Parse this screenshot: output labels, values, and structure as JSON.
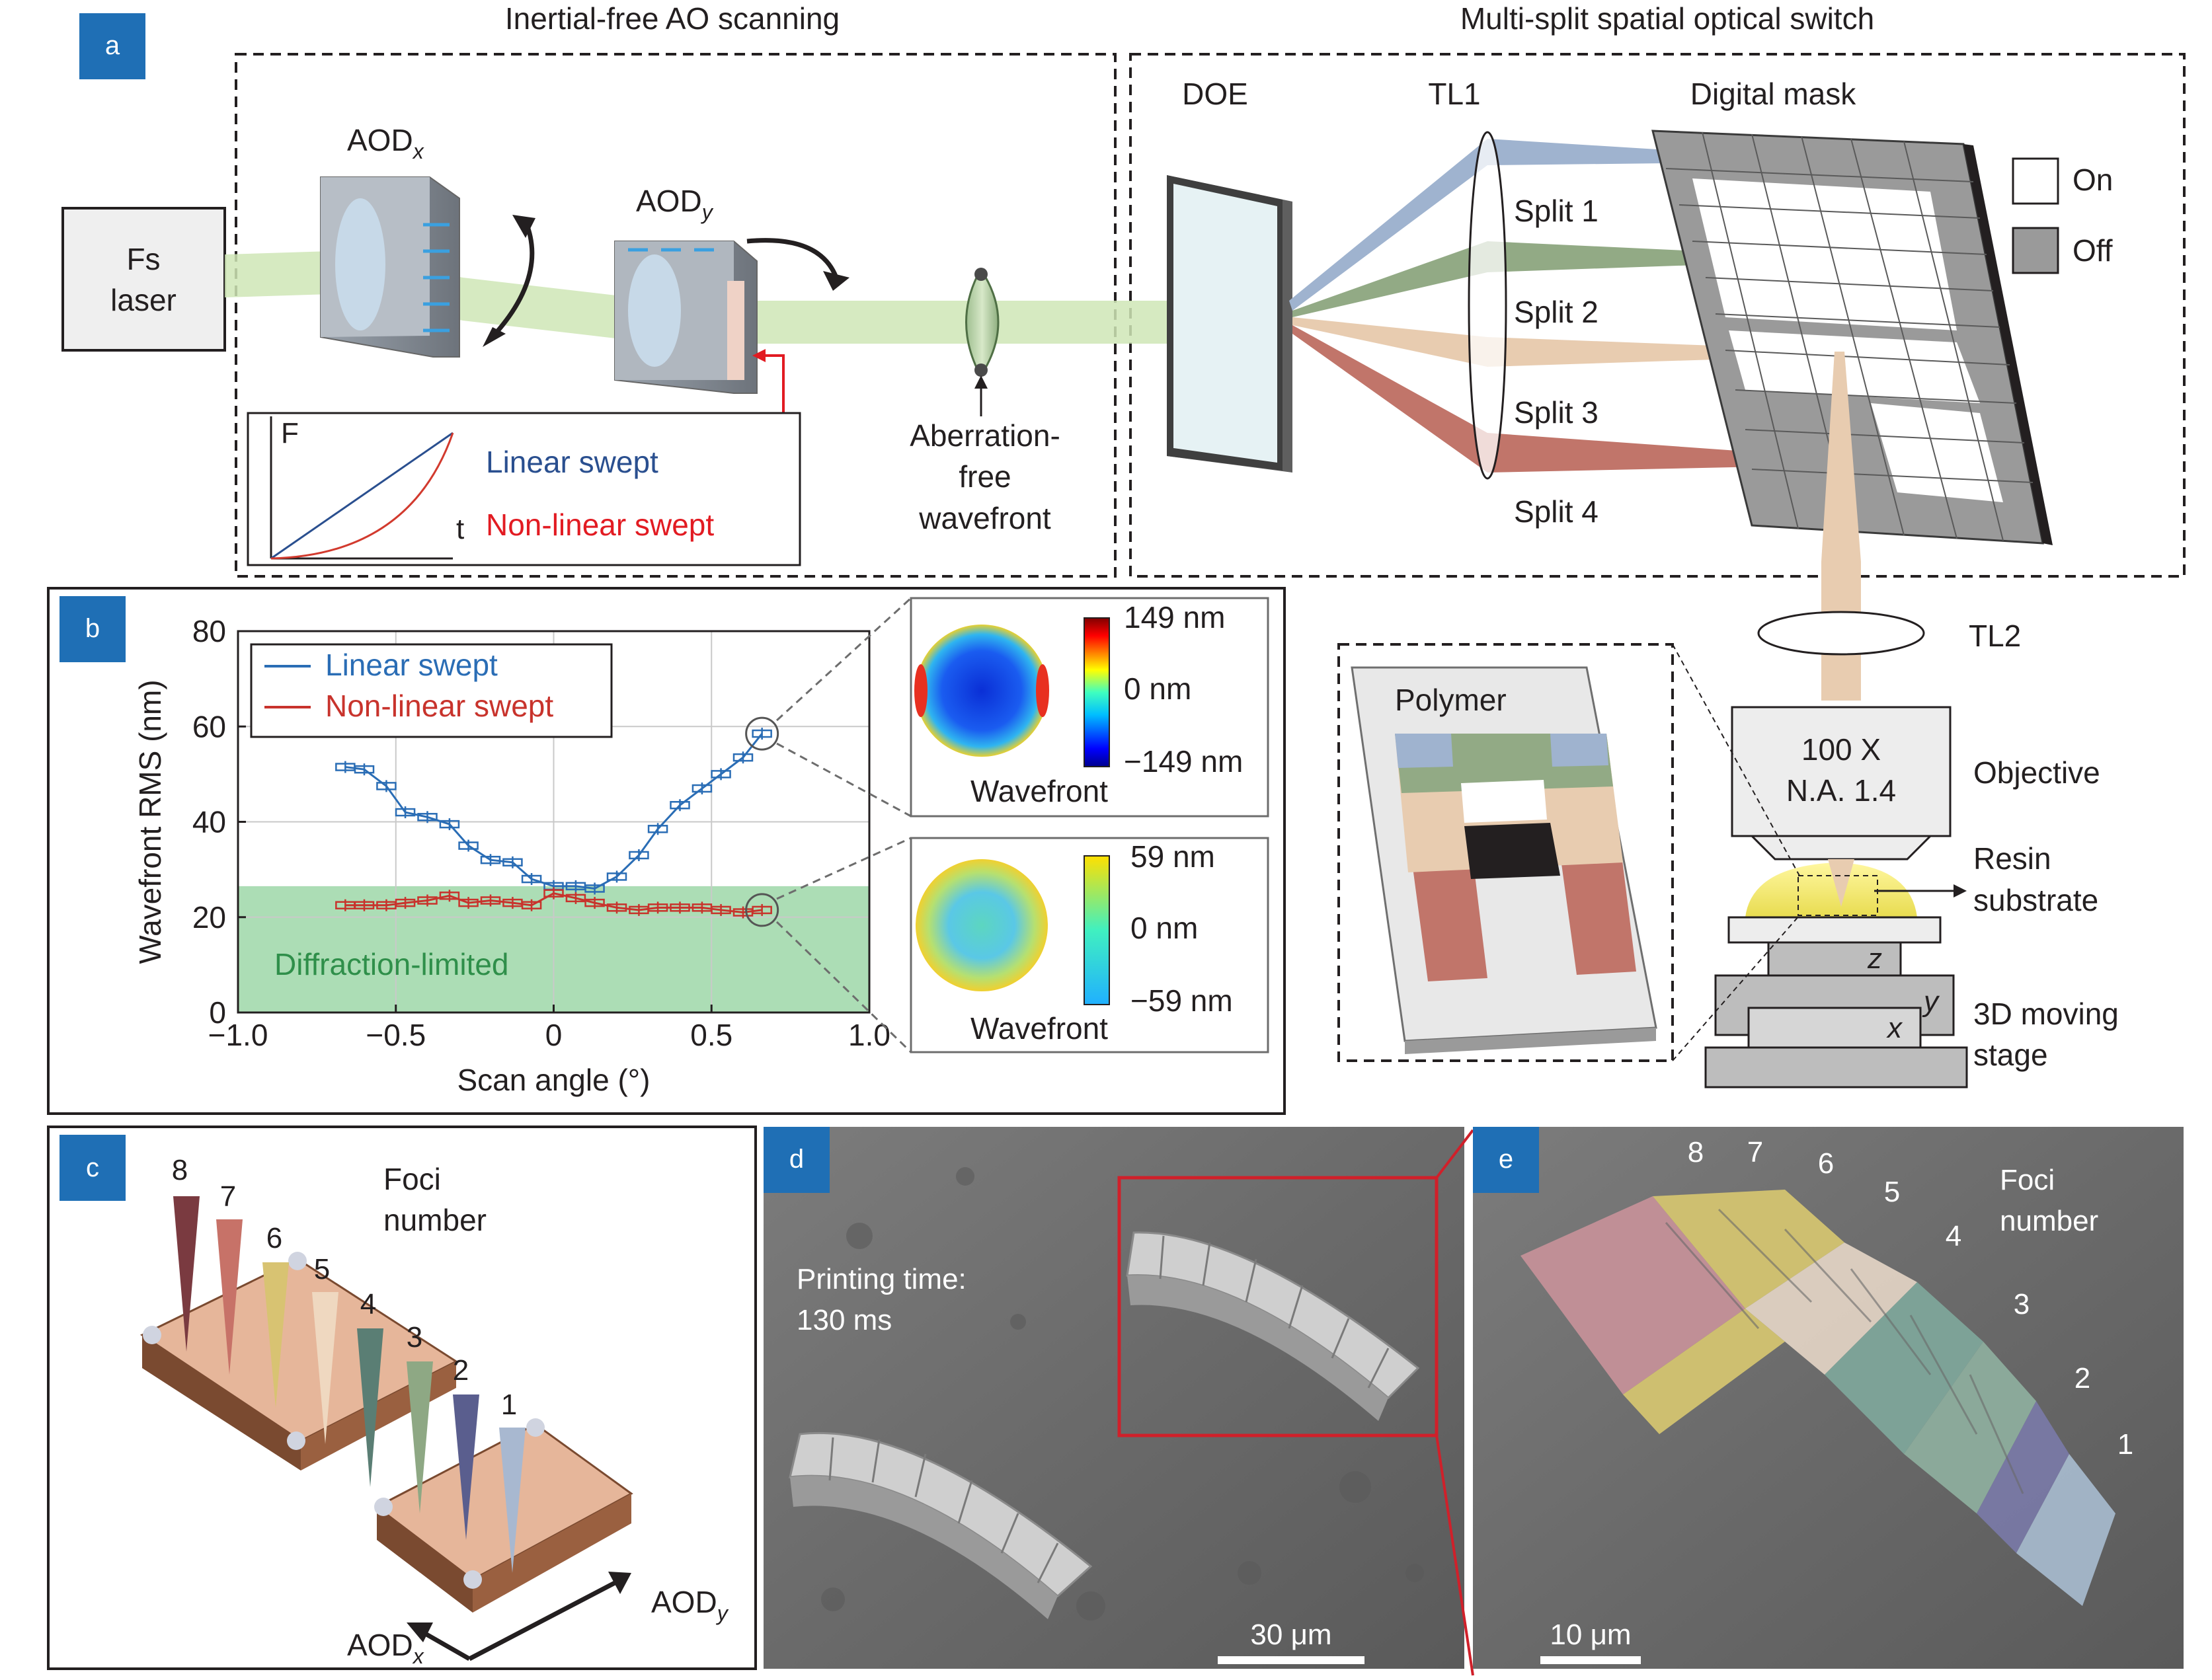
{
  "colors": {
    "badge": "#1f6fb5",
    "beam_green": "#cfe6b6",
    "split_blue": "#9fb3cf",
    "split_green": "#92aa85",
    "split_beige": "#e8ccb0",
    "split_red": "#c1756a",
    "linear_series": "#2a6db5",
    "nonlinear_series": "#c8332c",
    "diffraction_band": "#9ed7a8",
    "diffraction_text": "#2f8f4a",
    "scale_bar": "#ffffff"
  },
  "panel_a": {
    "badge": "a",
    "section_left": "Inertial-free AO scanning",
    "section_right": "Multi-split spatial optical switch",
    "laser_line1": "Fs",
    "laser_line2": "laser",
    "aodx_base": "AOD",
    "aodx_sub": "x",
    "aody_base": "AOD",
    "aody_sub": "y",
    "inset_y": "F",
    "inset_x": "t",
    "linear_label": "Linear swept",
    "nonlinear_label": "Non-linear swept",
    "aberration_1": "Aberration-",
    "aberration_2": "free",
    "aberration_3": "wavefront",
    "doe": "DOE",
    "tl1": "TL1",
    "digital_mask": "Digital mask",
    "split1": "Split 1",
    "split2": "Split 2",
    "split3": "Split 3",
    "split4": "Split 4",
    "legend_on": "On",
    "legend_off": "Off",
    "tl2": "TL2",
    "obj_line1": "100 X",
    "obj_line2": "N.A. 1.4",
    "objective": "Objective",
    "resin_1": "Resin",
    "resin_2": "substrate",
    "stage_1": "3D moving",
    "stage_2": "stage",
    "axis_z": "z",
    "axis_y": "y",
    "axis_x": "x",
    "polymer": "Polymer"
  },
  "panel_b": {
    "badge": "b",
    "wave_label": "Wavefront",
    "wave1_max": "149 nm",
    "wave1_mid": "0 nm",
    "wave1_min": "−149 nm",
    "wave2_max": "59 nm",
    "wave2_mid": "0 nm",
    "wave2_min": "−59 nm"
  },
  "chart_data": {
    "type": "line",
    "xlabel": "Scan angle (°)",
    "ylabel": "Wavefront RMS (nm)",
    "xlim": [
      -1.0,
      1.0
    ],
    "ylim": [
      0,
      80
    ],
    "xticks": [
      -1.0,
      -0.5,
      0,
      0.5,
      1.0
    ],
    "xtick_labels": [
      "−1.0",
      "−0.5",
      "0",
      "0.5",
      "1.0"
    ],
    "yticks": [
      0,
      20,
      40,
      60,
      80
    ],
    "ytick_labels": [
      "0",
      "20",
      "40",
      "60",
      "80"
    ],
    "grid": true,
    "legend": "top-left",
    "band": {
      "y": [
        0,
        26.5
      ],
      "label": "Diffraction-limited"
    },
    "series": [
      {
        "name": "Linear swept",
        "x": [
          -0.66,
          -0.6,
          -0.53,
          -0.47,
          -0.4,
          -0.33,
          -0.27,
          -0.2,
          -0.13,
          -0.07,
          0.0,
          0.07,
          0.13,
          0.2,
          0.27,
          0.33,
          0.4,
          0.47,
          0.53,
          0.6,
          0.66
        ],
        "y": [
          51.5,
          51.0,
          47.5,
          42.0,
          41.0,
          39.5,
          35.0,
          32.0,
          31.5,
          28.0,
          26.5,
          26.5,
          26.0,
          28.5,
          33.0,
          38.5,
          43.5,
          47.0,
          50.0,
          53.5,
          58.5
        ]
      },
      {
        "name": "Non-linear swept",
        "x": [
          -0.66,
          -0.6,
          -0.53,
          -0.47,
          -0.4,
          -0.33,
          -0.27,
          -0.2,
          -0.13,
          -0.07,
          0.0,
          0.07,
          0.13,
          0.2,
          0.27,
          0.33,
          0.4,
          0.47,
          0.53,
          0.6,
          0.66
        ],
        "y": [
          22.5,
          22.5,
          22.5,
          23.0,
          23.5,
          24.5,
          23.0,
          23.5,
          23.0,
          22.5,
          25.0,
          24.0,
          23.0,
          22.0,
          21.5,
          22.0,
          22.0,
          22.0,
          21.5,
          21.0,
          21.5
        ]
      }
    ]
  },
  "panel_c": {
    "badge": "c",
    "foci_1": "Foci",
    "foci_2": "number",
    "n1": "1",
    "n2": "2",
    "n3": "3",
    "n4": "4",
    "n5": "5",
    "n6": "6",
    "n7": "7",
    "n8": "8",
    "aodx_base": "AOD",
    "aodx_sub": "x",
    "aody_base": "AOD",
    "aody_sub": "y"
  },
  "panel_d": {
    "badge": "d",
    "print_1": "Printing time:",
    "print_2": "130 ms",
    "scale": "30 μm"
  },
  "panel_e": {
    "badge": "e",
    "foci_1": "Foci",
    "foci_2": "number",
    "n1": "1",
    "n2": "2",
    "n3": "3",
    "n4": "4",
    "n5": "5",
    "n6": "6",
    "n7": "7",
    "n8": "8",
    "scale": "10 μm"
  }
}
